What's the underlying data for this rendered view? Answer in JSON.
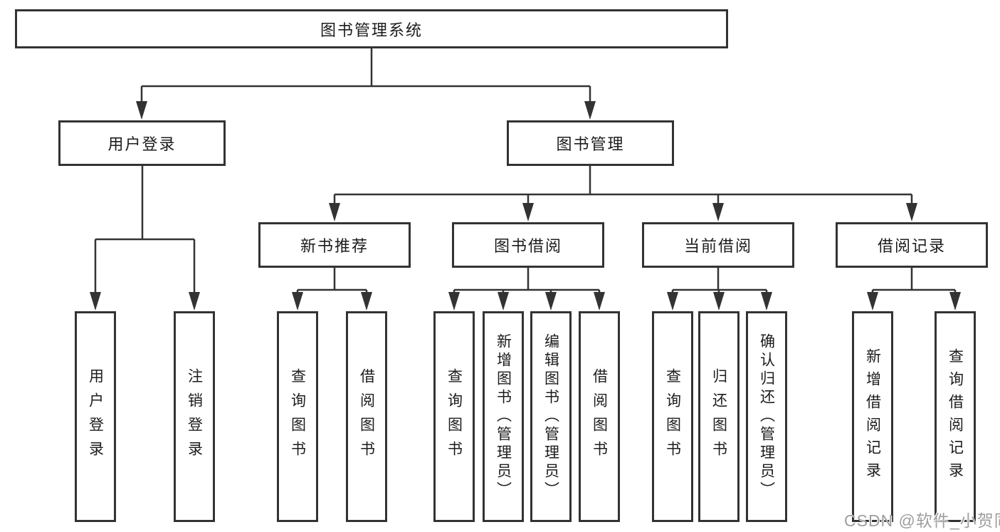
{
  "diagram": {
    "root": "图书管理系统",
    "branches": [
      {
        "label": "用户登录",
        "leaves": [
          "用户登录",
          "注销登录"
        ]
      },
      {
        "label": "图书管理",
        "children": [
          {
            "label": "新书推荐",
            "leaves": [
              "查询图书",
              "借阅图书"
            ]
          },
          {
            "label": "图书借阅",
            "leaves": [
              "查询图书",
              "新增图书（管理员）",
              "编辑图书（管理员）",
              "借阅图书"
            ]
          },
          {
            "label": "当前借阅",
            "leaves": [
              "查询图书",
              "归还图书",
              "确认归还（管理员）"
            ]
          },
          {
            "label": "借阅记录",
            "leaves": [
              "新增借阅记录",
              "查询借阅记录"
            ]
          }
        ]
      }
    ]
  },
  "watermark": "CSDN @软件_小贺同学",
  "colors": {
    "line": "#333333",
    "box_border": "#333333",
    "box_fill": "#ffffff",
    "text": "#1c1c1c",
    "watermark": "#9e9e9e",
    "background": "#ffffff"
  }
}
